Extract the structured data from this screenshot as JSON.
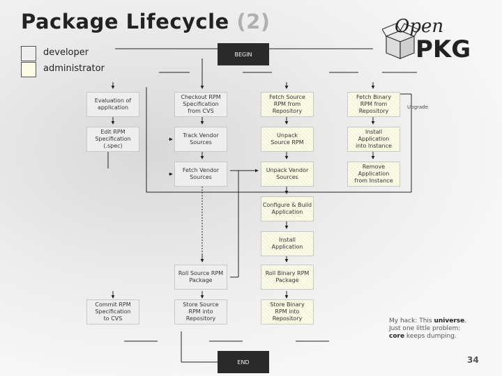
{
  "title": {
    "main": "Package Lifecycle ",
    "num": "(2)"
  },
  "logo": {
    "open": "Open",
    "pkg": "PKG"
  },
  "legend": [
    {
      "label": "developer",
      "color": "#eeeeee"
    },
    {
      "label": "administrator",
      "color": "#fbfbe6"
    }
  ],
  "begin_label": "BEGIN",
  "end_label": "END",
  "upgrade_label": "Upgrade",
  "boxes": {
    "evaluation": "Evaluation of\napplication",
    "edit_spec": "Edit RPM\nSpecification\n(.spec)",
    "commit_spec": "Commit RPM\nSpecification\nto CVS",
    "checkout_spec": "Checkout RPM\nSpecification\nfrom CVS",
    "track_vendor": "Track Vendor\nSources",
    "fetch_vendor": "Fetch Vendor\nSources",
    "roll_source": "Roll Source RPM\nPackage",
    "store_source": "Store Source\nRPM into\nRepository",
    "fetch_source": "Fetch Source\nRPM from\nRepository",
    "unpack_source": "Unpack\nSource RPM",
    "unpack_vendor": "Unpack Vendor\nSources",
    "configure_build": "Configure & Build\nApplication",
    "install_app": "Install\nApplication",
    "roll_binary": "Roll Binary RPM\nPackage",
    "store_binary": "Store Binary\nRPM into\nRepository",
    "fetch_binary": "Fetch Binary\nRPM from\nRepository",
    "install_instance": "Install\nApplication\ninto Instance",
    "remove_instance": "Remove\nApplication\nfrom Instance"
  },
  "note": {
    "pre": "My hack: This ",
    "bold1": "universe",
    "mid": ".\nJust one little problem:\n",
    "bold2": "core",
    "post": " keeps dumping."
  },
  "page_number": "34"
}
